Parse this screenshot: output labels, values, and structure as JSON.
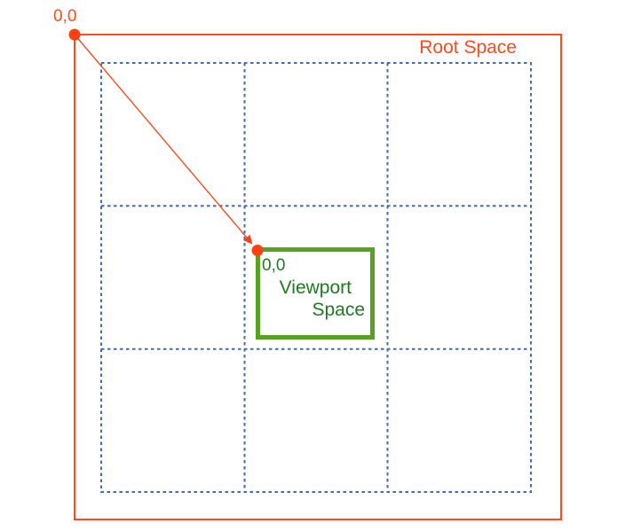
{
  "diagram": {
    "title": "coordinate spaces diagram",
    "root_space": {
      "label": "Root Space",
      "origin_label": "0,0"
    },
    "viewport_space": {
      "label_line1": "Viewport",
      "label_line2": "Space",
      "origin_label": "0,0"
    },
    "grid": {
      "rows": 3,
      "cols": 3,
      "style": "dashed"
    },
    "arrow": {
      "from": "root space origin (0,0)",
      "to": "viewport space origin (0,0)"
    }
  },
  "colors": {
    "root_accent": "#FF4A1A",
    "dot": "#FF4010",
    "grid_blue": "#3C6CB4",
    "viewport_border_green": "#57A221",
    "viewport_text_green": "#1F7A1F",
    "background": "#FFFFFF"
  }
}
